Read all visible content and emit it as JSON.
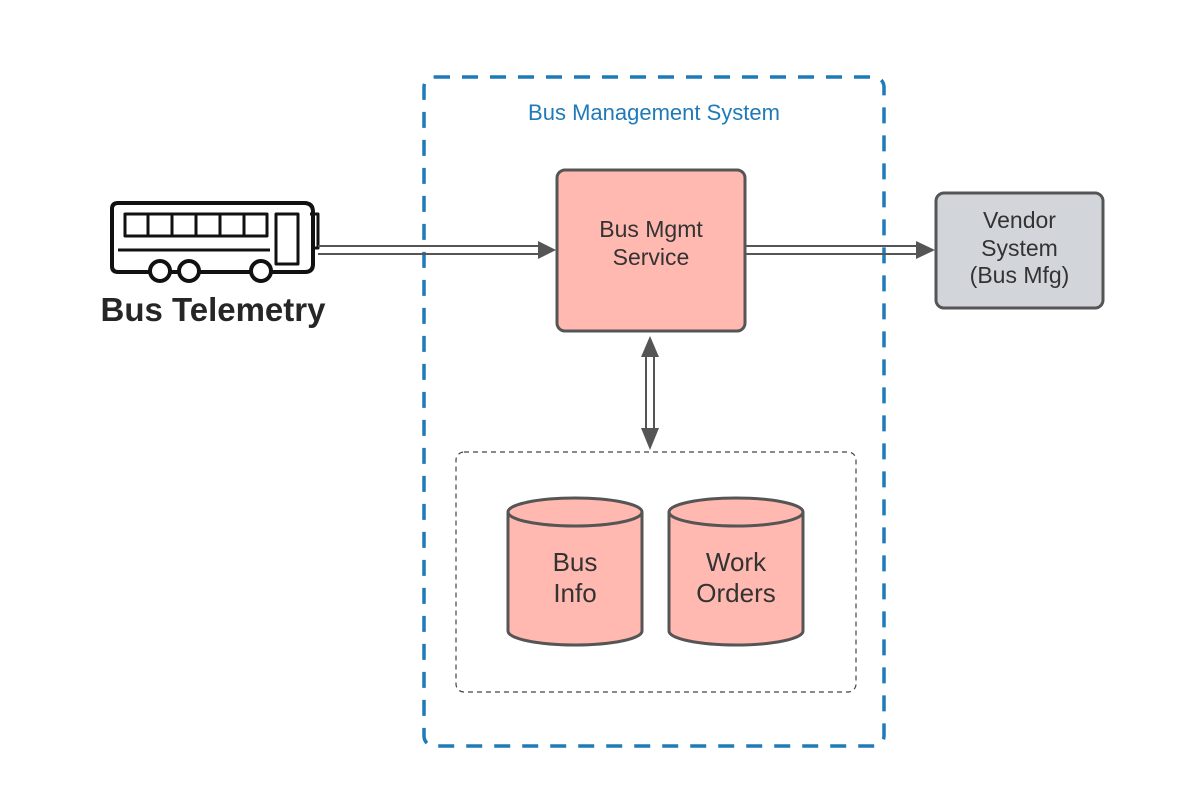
{
  "diagram": {
    "boundary": {
      "title": "Bus Management System",
      "color": "#1f7ab8"
    },
    "nodes": {
      "telemetry": {
        "label": "Bus Telemetry",
        "icon": "bus-icon"
      },
      "service": {
        "label": "Bus Mgmt\nService",
        "fill": "#ffb9b0"
      },
      "vendor": {
        "label": "Vendor\nSystem\n(Bus Mfg)",
        "fill": "#d2d5da"
      },
      "bus_info_db": {
        "label": "Bus\nInfo",
        "fill": "#ffb9b0"
      },
      "work_orders_db": {
        "label": "Work\nOrders",
        "fill": "#ffb9b0"
      }
    },
    "edges": [
      {
        "from": "telemetry",
        "to": "service",
        "style": "double-line-arrow"
      },
      {
        "from": "service",
        "to": "vendor",
        "style": "double-line-arrow"
      },
      {
        "from": "service",
        "to": "data-stores",
        "style": "double-line-bidirectional"
      }
    ],
    "colors": {
      "stroke": "#555555",
      "accent": "#1f7ab8"
    }
  }
}
